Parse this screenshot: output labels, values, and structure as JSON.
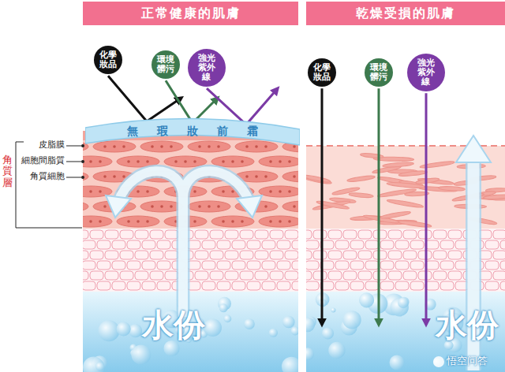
{
  "diagram": {
    "nodes": [
      {
        "text": [
          "正常健康的肌膚"
        ]
      },
      {
        "text": [
          "乾燥受損的肌膚"
        ]
      },
      {
        "text": [
          "無瑕妝前霜"
        ]
      },
      {
        "text": [
          "化學妝品"
        ]
      },
      {
        "text": [
          "環境髒污"
        ]
      },
      {
        "text": [
          "強光紫外線"
        ]
      },
      {
        "text": [
          "化學妝品"
        ]
      },
      {
        "text": [
          "環境髒污"
        ]
      },
      {
        "text": [
          "強光紫外線"
        ]
      }
    ],
    "labels": [
      "皮脂膜",
      "細胞間脂質",
      "角質細胞",
      "角質層",
      "水份",
      "水份",
      "悟空问答"
    ]
  }
}
